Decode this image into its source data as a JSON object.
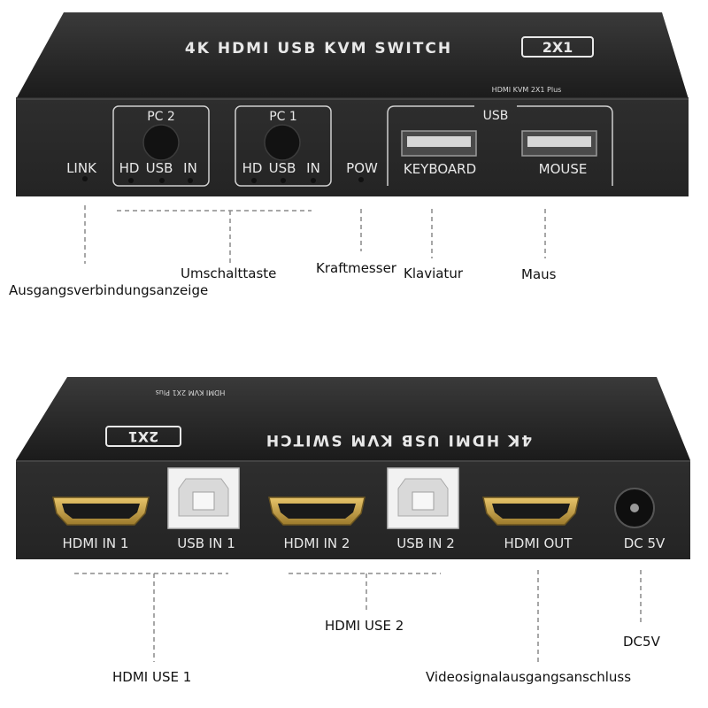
{
  "front_panel": {
    "model_text": "4K HDMI USB KVM SWITCH",
    "model_badge": "2X1",
    "small_label": "HDMI KVM 2X1 Plus",
    "link_label": "LINK",
    "pc2_label": "PC 2",
    "pc1_label": "PC 1",
    "hd_label": "HD",
    "usb_label": "USB",
    "in_label": "IN",
    "pow_label": "POW",
    "usb_group_label": "USB",
    "keyboard_label": "KEYBOARD",
    "mouse_label": "MOUSE"
  },
  "front_callouts": {
    "switch_button": "Umschalttaste",
    "power_meter": "Kraftmesser",
    "keyboard": "Klaviatur",
    "mouse": "Maus",
    "link_indicator": "Ausgangsverbindungsanzeige"
  },
  "rear_panel": {
    "model_text": "4K HDMI USB KVM SWITCH",
    "model_badge": "2X1",
    "small_label": "HDMI KVM 2X1 Plus",
    "hdmi_in_1": "HDMI IN 1",
    "usb_in_1": "USB IN 1",
    "hdmi_in_2": "HDMI IN 2",
    "usb_in_2": "USB IN 2",
    "hdmi_out": "HDMI OUT",
    "dc_in": "DC 5V"
  },
  "rear_callouts": {
    "hdmi_use_2": "HDMI USE 2",
    "dc5v": "DC5V",
    "hdmi_use_1": "HDMI USE 1",
    "video_out": "Videosignalausgangsanschluss"
  },
  "colors": {
    "device_body": "#2b2b2b",
    "device_top": "#1f1f1f",
    "panel_text": "#e8e8e8",
    "port_gold": "#c9a24a",
    "usb_b_white": "#f2f2f2",
    "callout_line": "#8a8a8a"
  }
}
